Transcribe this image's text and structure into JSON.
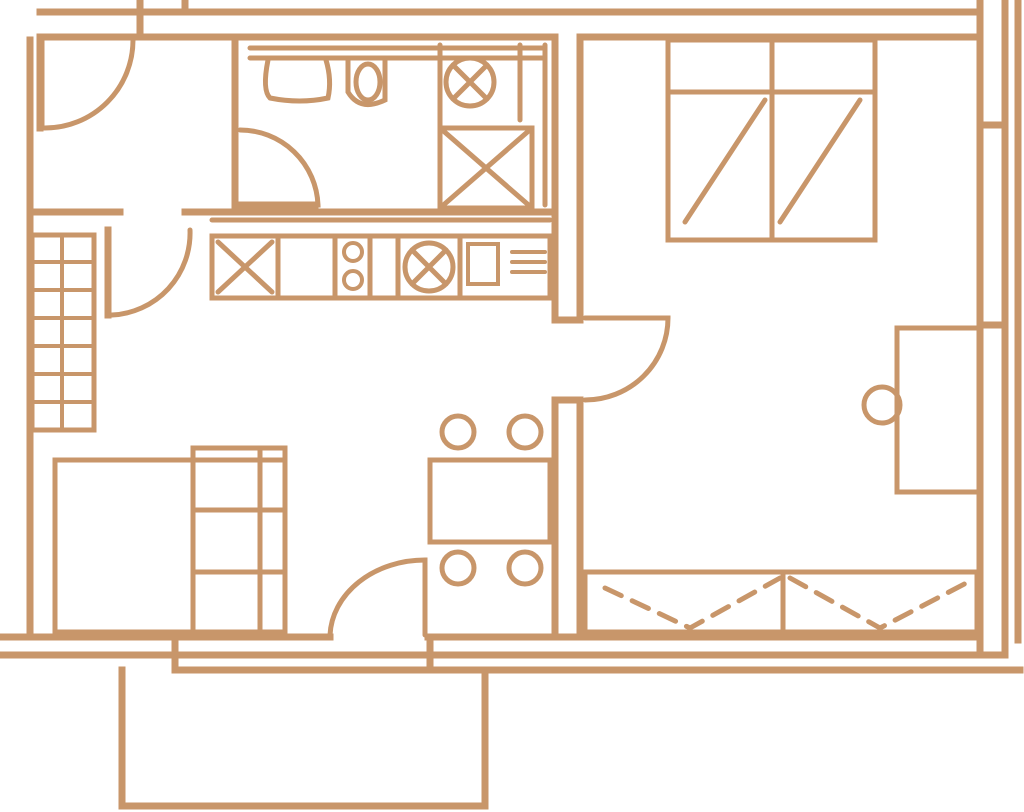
{
  "plan": {
    "line_color": "#C8966A",
    "background": "#FFFFFF",
    "rooms": [
      "hallway",
      "bathroom",
      "kitchen",
      "living-room",
      "bedroom",
      "balcony",
      "staircase"
    ]
  }
}
